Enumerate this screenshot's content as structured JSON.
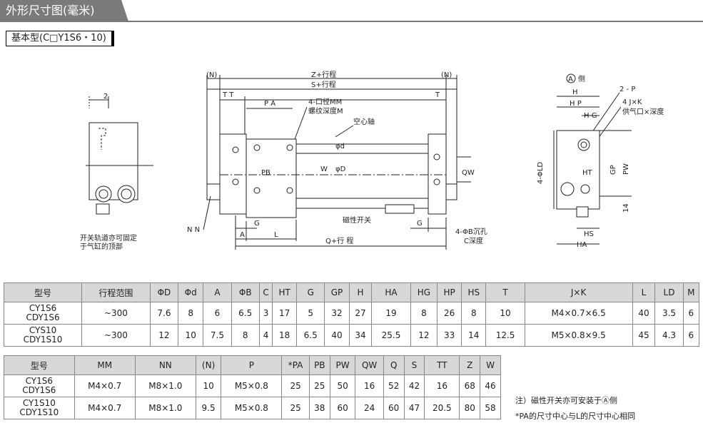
{
  "header": {
    "title": "外形尺寸图(毫米)"
  },
  "subtitle": "基本型(C□Y1S6・10)",
  "drawing": {
    "left_labels": {
      "dim_2": "2",
      "caption_line1": "开关轨道亦可固定",
      "caption_line2": "于气缸的顶部"
    },
    "front_labels": {
      "N_left": "(N)",
      "N_right": "(N)",
      "Z": "Z+行程",
      "S": "S+行程",
      "TT": "T T",
      "T": "T",
      "PA": "P A",
      "MM_line1": "4-口径MM",
      "MM_line2": "螺纹深度M",
      "hollow": "空心轴",
      "phi_d": "φd",
      "phi_D": "φD",
      "W": "W",
      "PB": "PB",
      "QW": "QW",
      "NN": "N N",
      "A": "A",
      "G_left": "G",
      "L": "L",
      "switch": "磁性开关",
      "G_right": "G",
      "B_line1": "4-ΦB沉孔",
      "B_line2": "C深度",
      "Q": "Q+行 程"
    },
    "side_labels": {
      "A_side": "A",
      "side_suffix": "侧",
      "H": "H",
      "P": "2 - P",
      "HP": "H P",
      "HG": "H G",
      "JK": "4 J×K",
      "port": "供气口×深度",
      "LD": "4-ΦLD",
      "GP": "GP",
      "PW": "PW",
      "HT": "HT",
      "dim_14": "14",
      "HS": "HS",
      "HA": "HA"
    }
  },
  "table1": {
    "headers": [
      "型号",
      "行程范围",
      "ΦD",
      "Φd",
      "A",
      "ΦB",
      "C",
      "HT",
      "G",
      "GP",
      "H",
      "HA",
      "HG",
      "HP",
      "HS",
      "T",
      "J×K",
      "L",
      "LD",
      "M"
    ],
    "rows": [
      [
        "CY1S6\nCDY1S6",
        "~300",
        "7.6",
        "8",
        "6",
        "6.5",
        "3",
        "17",
        "5",
        "32",
        "27",
        "19",
        "8",
        "26",
        "8",
        "10",
        "M4×0.7×6.5",
        "40",
        "3.5",
        "6"
      ],
      [
        "CYS10\nCDY1S10",
        "~300",
        "12",
        "10",
        "7.5",
        "8",
        "4",
        "18",
        "6.5",
        "40",
        "34",
        "25.5",
        "12",
        "33",
        "14",
        "12.5",
        "M5×0.8×9.5",
        "45",
        "4.3",
        "6"
      ]
    ]
  },
  "table2": {
    "headers": [
      "型号",
      "MM",
      "NN",
      "(N)",
      "P",
      "*PA",
      "PB",
      "PW",
      "QW",
      "Q",
      "S",
      "TT",
      "Z",
      "W"
    ],
    "rows": [
      [
        "CY1S6\nCDY1S6",
        "M4×0.7",
        "M8×1.0",
        "10",
        "M5×0.8",
        "25",
        "25",
        "50",
        "16",
        "52",
        "42",
        "16",
        "68",
        "46"
      ],
      [
        "CY1S10\nCDY1S10",
        "M4×0.7",
        "M8×1.0",
        "9.5",
        "M5×0.8",
        "25",
        "38",
        "60",
        "24",
        "60",
        "47",
        "20.5",
        "80",
        "58"
      ]
    ]
  },
  "notes": {
    "note1": "注）磁性开关亦可安装于Ⓐ侧",
    "note2": "*PA的尺寸中心与L的尺寸中心相同"
  }
}
